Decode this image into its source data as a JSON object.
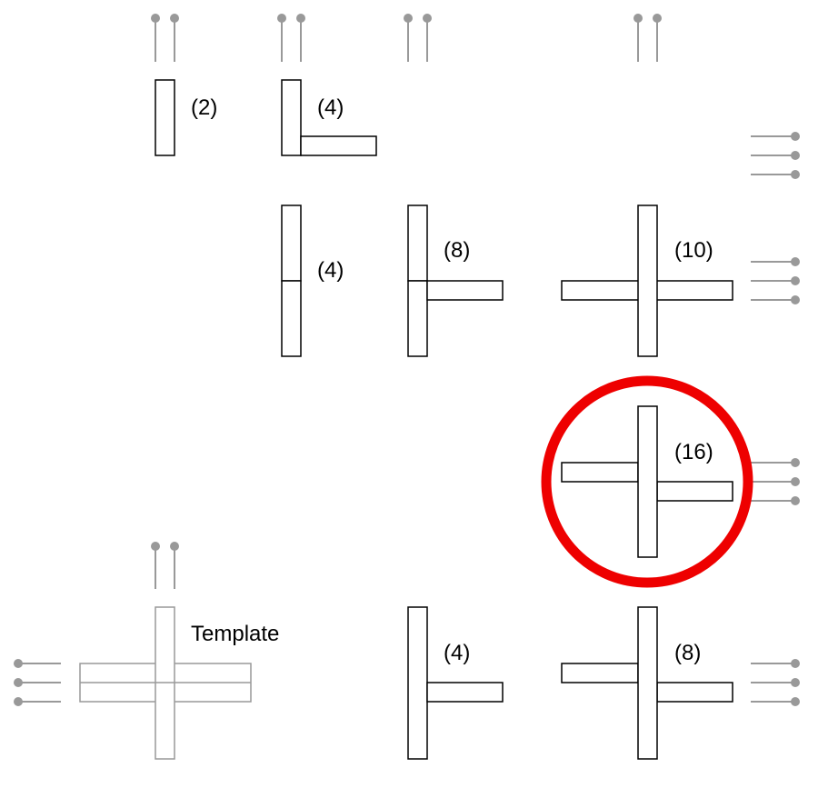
{
  "labels": {
    "a": "(2)",
    "b": "(4)",
    "c": "(4)",
    "d": "(8)",
    "e": "(10)",
    "f": "(16)",
    "template": "Template",
    "g": "(4)",
    "h": "(8)"
  },
  "colors": {
    "highlight": "#ee0000",
    "template": "#999999",
    "pins": "#999999"
  }
}
